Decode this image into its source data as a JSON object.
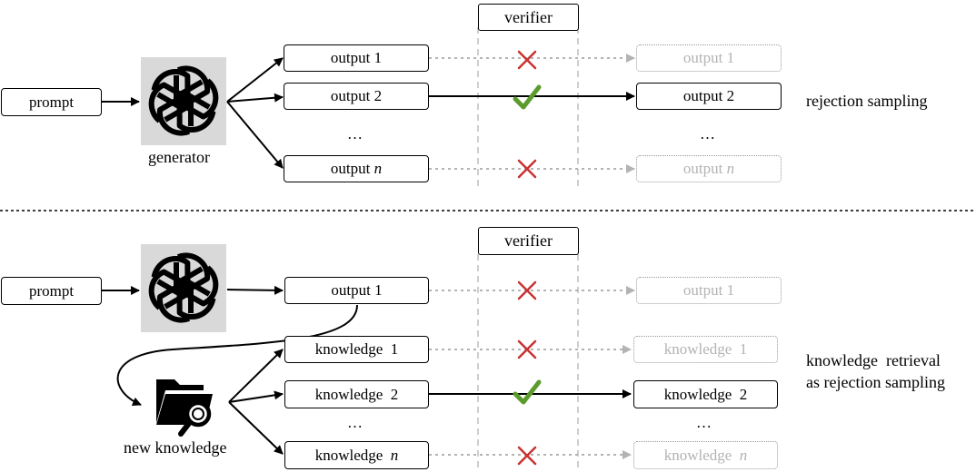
{
  "colors": {
    "check": "#5b9b2e",
    "cross": "#c83232",
    "faded_line": "#b3b3b3",
    "icon_tile": "#d9d9d9"
  },
  "icons": [
    "openai-logo-icon",
    "folder-search-icon",
    "check-icon",
    "cross-icon"
  ],
  "top": {
    "prompt": "prompt",
    "generator_label": "generator",
    "verifier": "verifier",
    "outputs": [
      {
        "prefix": "output 1",
        "suffix": "",
        "accepted": false
      },
      {
        "prefix": "output 2",
        "suffix": "",
        "accepted": true
      },
      {
        "prefix": "output ",
        "suffix": "n",
        "accepted": false
      }
    ],
    "ellipsis": "…",
    "caption": "rejection sampling"
  },
  "bottom": {
    "prompt": "prompt",
    "output": "output 1",
    "verifier": "verifier",
    "folder_label": "new knowledge",
    "knowledge": [
      {
        "prefix": "knowledge  1",
        "suffix": "",
        "accepted": false
      },
      {
        "prefix": "knowledge  2",
        "suffix": "",
        "accepted": true
      },
      {
        "prefix": "knowledge  ",
        "suffix": "n",
        "accepted": false
      }
    ],
    "ellipsis": "…",
    "caption_line1": "knowledge  retrieval",
    "caption_line2": "as rejection sampling"
  }
}
